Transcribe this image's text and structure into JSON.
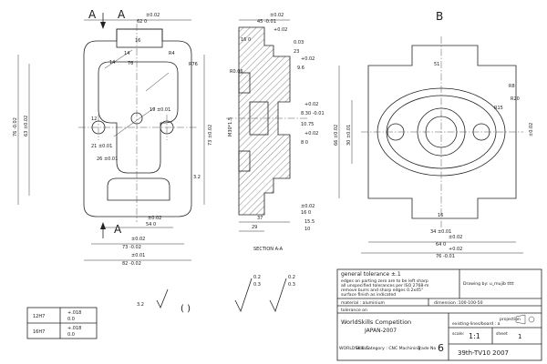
{
  "views": {
    "a": {
      "label": "A",
      "arrow_label": "A"
    },
    "b": {
      "label": "B"
    },
    "section": {
      "label": "SECTION A-A"
    }
  },
  "dims_a": {
    "top1": "±0.02",
    "top2": "62 0",
    "w16": "16",
    "w76": "76",
    "r4": "R4",
    "r76": "R76",
    "d14": "14",
    "d14b": "14",
    "d19": "19 ±0.01",
    "d12": "12",
    "d21": "21 ±0.01",
    "d26": "26 ±0.01",
    "b1": "±0.02",
    "b2": "73 -0.02",
    "b3": "±0.01",
    "b4": "82 -0.02",
    "b5": "±0.02",
    "b6": "54 0",
    "left1": "76 -0.02",
    "left2": "63 ±0.02",
    "right1": "73 ±0.02",
    "ac": "3.2"
  },
  "dims_sec": {
    "t1": "±0.02",
    "t2": "45 -0.01",
    "t3": "+0.02",
    "t4": "16 0",
    "t5": "0.03",
    "t6": "23",
    "t7": "+0.02",
    "t8": "9.6",
    "m1": "R0.06",
    "m2": "+0.02",
    "m3": "8.30 -0.01",
    "m4": "10.75",
    "m5": "+0.02",
    "m6": "8 0",
    "b1": "±0.02",
    "b2": "16 0",
    "b3": "37",
    "b4": "29",
    "b5": "15.5",
    "b6": "10",
    "v1": "M30*1.5"
  },
  "dims_b": {
    "r8": "R8",
    "r20": "R20",
    "r15": "R15",
    "d51": "51",
    "d16": "16",
    "d34": "34 ±0.01",
    "b1": "±0.02",
    "b2": "64 0",
    "b3": "+0.02",
    "b4": "76 -0.01",
    "left1": "66 ±0.02",
    "left2": "30 ±0.01",
    "right1": "±0.02"
  },
  "surface": {
    "s1a": "0.2",
    "s1b": "0.3",
    "s2a": "0.2",
    "s2b": "0.3",
    "general": "3.2",
    "general_paren": "( )"
  },
  "fits": [
    {
      "hole": "12H7",
      "upper": "+.018",
      "lower": "0.0"
    },
    {
      "hole": "16H7",
      "upper": "+.018",
      "lower": "0.0"
    }
  ],
  "title_block": {
    "general_tolerance": "general tolerance ±.1",
    "notes": [
      "edges on parting zero are to be left sharp",
      "all unspecified tolerances per ISO 2768-m",
      "remove burrs and sharp edges 0.2x45°",
      "surface finish as indicated"
    ],
    "drawing_by": "Drawing by: u_mujib tttt",
    "material": "material : aluminium",
    "dimension": "dimension :100-100-50",
    "tolerance_on": "tolerance on",
    "projection_label": "projection",
    "view_label": "existing-lines/board : a",
    "scale_label": "scale:",
    "scale": "1:1",
    "sheet_label": "sheet",
    "sheet": "1",
    "competition": "WorldSkills Competition",
    "event": "JAPAN-2007",
    "logo": "WORLDSKILLS",
    "skill": "Skill Category : CNC Machining",
    "trade_label": "Trade No",
    "trade_no": "6",
    "code": "39th-TV10 2007"
  }
}
